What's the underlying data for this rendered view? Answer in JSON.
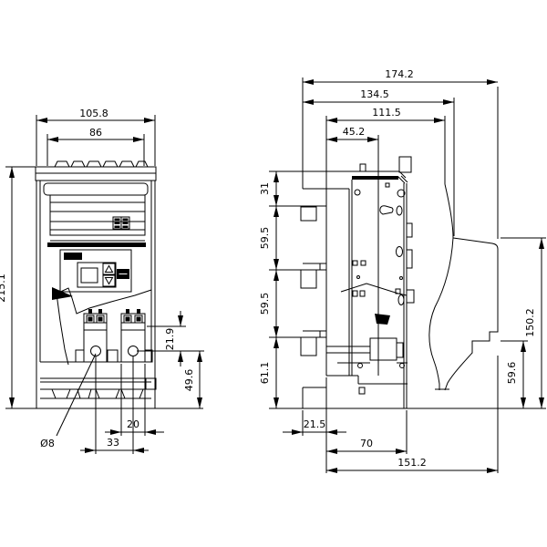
{
  "dims": {
    "front": {
      "width_overall": "105.8",
      "width_inner": "86",
      "height_overall": "215.1",
      "clamp_to_hole": "21.9",
      "hole_to_base": "49.6",
      "hole_diameter": "Ø8",
      "hole_pitch": "33",
      "lug_width": "20"
    },
    "side": {
      "depth_overall": "174.2",
      "depth_mid": "134.5",
      "depth_inner": "111.5",
      "depth_front": "45.2",
      "top_to_lug": "31",
      "lug_pitch_upper": "59.5",
      "lug_pitch_lower": "59.5",
      "lug_to_base": "61.1",
      "handle_height": "150.2",
      "step_height": "59.6",
      "base_setback": "21.5",
      "base_depth": "70",
      "base_overall": "151.2"
    }
  },
  "colors": {
    "line": "#000000",
    "background": "#ffffff"
  }
}
